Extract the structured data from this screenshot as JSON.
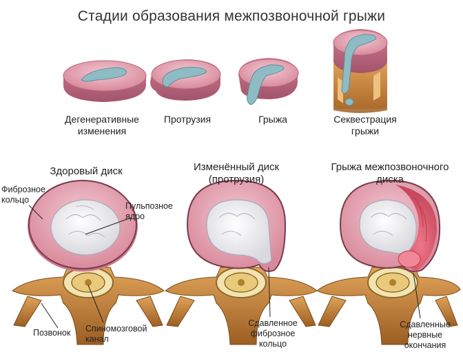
{
  "title": "Стадии образования межпозвоночной грыжи",
  "stages": [
    {
      "label": "Дегенеративные изменения"
    },
    {
      "label": "Протрузия"
    },
    {
      "label": "Грыжа"
    },
    {
      "label": "Секвестрация грыжи"
    }
  ],
  "panels": [
    {
      "title": "Здоровый диск"
    },
    {
      "title": "Изменённый диск (протрузия)"
    },
    {
      "title": "Грыжа межпозвоночного диска"
    }
  ],
  "callouts": {
    "annulus": "Фиброзное кольцо",
    "nucleus": "Пульпозное ядро",
    "vertebra": "Позвонок",
    "canal": "Спиномозговой канал",
    "compressed_annulus": "Сдавленное фиброзное кольцо",
    "compressed_nerves": "Сдавленные нервные окончания"
  },
  "colors": {
    "disc_pink": "#e8a6b4",
    "nucleus_blue": "#8fbcc4",
    "nucleus_white": "#f2f2f2",
    "bone_orange": "#c8843c",
    "ring_dark": "#7a3a4a",
    "inflamed_red": "#d84858"
  }
}
